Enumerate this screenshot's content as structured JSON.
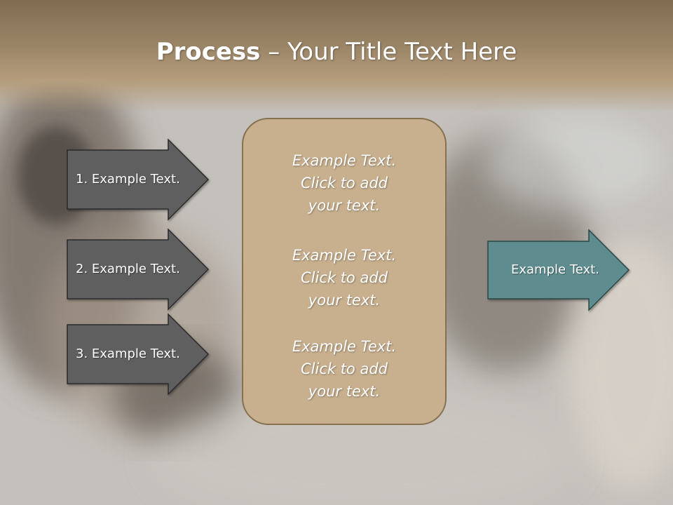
{
  "slide": {
    "title_bold": "Process",
    "title_rest": " – Your Title Text Here",
    "steps": [
      {
        "label": "1. Example Text."
      },
      {
        "label": "2. Example Text."
      },
      {
        "label": "3. Example Text."
      }
    ],
    "center_paragraphs": [
      {
        "lines": [
          "Example Text.",
          "Click  to add",
          "your text."
        ]
      },
      {
        "lines": [
          "Example Text.",
          "Click  to add",
          "your text."
        ]
      },
      {
        "lines": [
          "Example Text.",
          "Click  to add",
          "your text."
        ]
      }
    ],
    "output": {
      "label": "Example Text."
    }
  },
  "colors": {
    "step_arrow": "#5f5f5f",
    "output_arrow": "#5f8c8e",
    "center_box": "#c8b08f",
    "title_band": "#9a8466"
  }
}
